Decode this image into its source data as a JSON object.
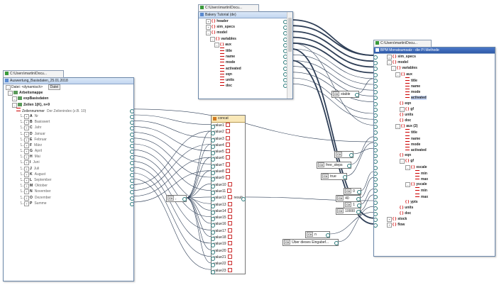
{
  "colors": {
    "wire": "#2f3f57",
    "accent": "#c00000",
    "pin": "#2a7a7a"
  },
  "left_component": {
    "path": "C:\\Users\\martin\\Docu...",
    "title": "Auswertung_Basisdaten_25.01.2018",
    "date_label": "Datei: <dynamisch>",
    "date_button": "Datei",
    "rows": [
      {
        "label": "Arbeitsmappe",
        "bold": true
      },
      {
        "label": "expBasisdaten",
        "bold": true
      },
      {
        "label": "Zeilen 1(K), n+9",
        "bold": true
      },
      {
        "label": "Zeilennummer",
        "hint": "Der Zeilenindex (z.B. 10)"
      },
      {
        "key": "A",
        "label": "Nr"
      },
      {
        "key": "B",
        "label": "Basiswert"
      },
      {
        "key": "C",
        "label": "Jahr"
      },
      {
        "key": "D",
        "label": "Januar"
      },
      {
        "key": "E",
        "label": "Februar"
      },
      {
        "key": "F",
        "label": "März"
      },
      {
        "key": "G",
        "label": "April"
      },
      {
        "key": "H",
        "label": "Mai"
      },
      {
        "key": "I",
        "label": "Juni"
      },
      {
        "key": "J",
        "label": "Juli"
      },
      {
        "key": "K",
        "label": "August"
      },
      {
        "key": "L",
        "label": "September"
      },
      {
        "key": "M",
        "label": "Oktober"
      },
      {
        "key": "N",
        "label": "November"
      },
      {
        "key": "O",
        "label": "Dezember"
      },
      {
        "key": "P",
        "label": "Summe"
      }
    ]
  },
  "top_component": {
    "path": "C:\\Users\\martin\\Docu...",
    "title": "Bakery Tutorial (de)",
    "rows": [
      "header",
      "sim_specs",
      "model",
      "variables",
      "aux",
      "title",
      "name",
      "mode",
      "activated",
      "eqn",
      "units",
      "doc"
    ]
  },
  "right_component": {
    "path": "C:\\Users\\martin\\Docu...",
    "title": "BPM Monatsumsatz - die PI Methode",
    "rows": [
      "sim_specs",
      "model",
      "variables",
      "aux",
      "title",
      "name",
      "mode",
      "activated",
      "eqn",
      "gf",
      "units",
      "doc",
      "aux (2)",
      "title",
      "name",
      "mode",
      "activated",
      "eqn",
      "gf",
      "xscale",
      "min",
      "max",
      "yscale",
      "min",
      "max",
      "ypts",
      "units",
      "doc",
      "stock",
      "flow"
    ]
  },
  "concat": {
    "title": "concat",
    "args": [
      "value1",
      "value2",
      "value3",
      "value4",
      "value5",
      "value6",
      "value7",
      "value8",
      "value9",
      "value10",
      "value11",
      "value12",
      "value13",
      "value14",
      "value15",
      "value16",
      "value17",
      "value18",
      "value19",
      "value20",
      "value21",
      "value22",
      "value23"
    ],
    "result": "result"
  },
  "constants": [
    {
      "id": "c_comma",
      "text": ","
    },
    {
      "id": "c_stable",
      "text": "stable"
    },
    {
      "id": "c_blank",
      "text": ""
    },
    {
      "id": "c_freestyle",
      "text": "free_steps"
    },
    {
      "id": "c_true",
      "text": "true"
    },
    {
      "id": "c_num1",
      "text": "0"
    },
    {
      "id": "c_num2",
      "text": "40"
    },
    {
      "id": "c_num3",
      "text": "1"
    },
    {
      "id": "c_num4",
      "text": "10000"
    },
    {
      "id": "c_n",
      "text": "n"
    },
    {
      "id": "c_ueber",
      "text": "Über dieses Eingabef..."
    }
  ],
  "const_badge": "C#"
}
